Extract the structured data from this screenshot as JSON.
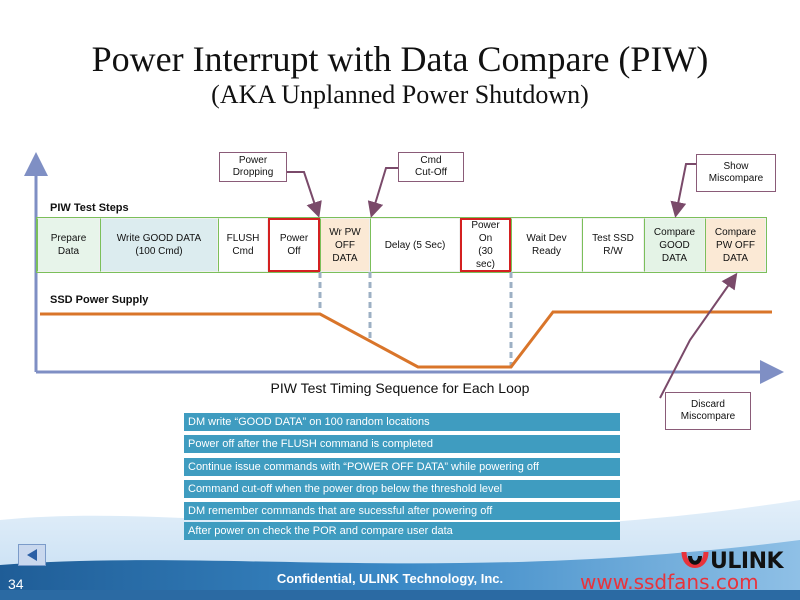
{
  "title": "Power Interrupt with Data Compare (PIW)",
  "subtitle": "(AKA Unplanned Power Shutdown)",
  "callouts": {
    "power_dropping": "Power\nDropping",
    "cmd_cutoff": "Cmd\nCut-Off",
    "show_miscompare": "Show\nMiscompare",
    "discard_miscompare": "Discard\nMiscompare"
  },
  "steps_label": "PIW Test Steps",
  "supply_label": "SSD Power Supply",
  "steps": [
    {
      "label": "Prepare\nData",
      "color": "#e7f4ea",
      "highlight": false
    },
    {
      "label": "Write GOOD DATA\n(100 Cmd)",
      "color": "#dcecef",
      "highlight": false
    },
    {
      "label": "FLUSH\nCmd",
      "color": "#ffffff",
      "highlight": false
    },
    {
      "label": "Power\nOff",
      "color": "#ffffff",
      "highlight": true
    },
    {
      "label": "Wr PW\nOFF\nDATA",
      "color": "#fbe9d5",
      "highlight": false
    },
    {
      "label": "Delay (5 Sec)",
      "color": "#ffffff",
      "highlight": false
    },
    {
      "label": "Power\nOn\n(30\nsec)",
      "color": "#ffffff",
      "highlight": true
    },
    {
      "label": "Wait Dev\nReady",
      "color": "#ffffff",
      "highlight": false
    },
    {
      "label": "Test SSD\nR/W",
      "color": "#ffffff",
      "highlight": false
    },
    {
      "label": "Compare\nGOOD\nDATA",
      "color": "#e4f3e6",
      "highlight": false
    },
    {
      "label": "Compare\nPW OFF\nDATA",
      "color": "#fbe9d5",
      "highlight": false
    }
  ],
  "axis_title": "PIW Test Timing Sequence for Each Loop",
  "bullets": [
    "DM write “GOOD DATA” on 100 random locations",
    "Power off after the FLUSH command is completed",
    "Continue issue commands with “POWER OFF DATA” while powering off",
    "Command cut-off when the power drop below the threshold level",
    "DM remember commands that are sucessful after powering off",
    "After power on check the POR and compare user data"
  ],
  "footer": {
    "page_number": "34",
    "confidential": "Confidential, ULINK Technology, Inc.",
    "logo_text": "ULINK",
    "website": "www.ssdfans.com"
  },
  "colors": {
    "step_border_grid": "#7bbf5a",
    "highlight_border": "#d42020",
    "power_line": "#d9752a",
    "axis": "#7f8fc4",
    "bullet_bg": "#3f9cc0",
    "footer_wave": "#2e6fa8"
  }
}
